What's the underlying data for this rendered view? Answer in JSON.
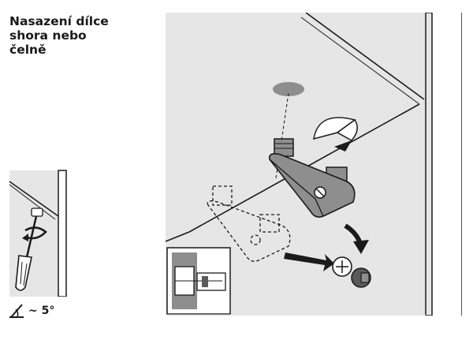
{
  "title": {
    "lines": [
      "Nasazení dílce",
      "shora nebo",
      "čelně"
    ]
  },
  "note": {
    "angle_text": "~ 5°",
    "icon": "angle-icon"
  },
  "colors": {
    "stroke": "#1a1a1a",
    "panel": "#e6e6e6",
    "mid_gray": "#8e8e8e",
    "dark_gray": "#5a5a5a"
  }
}
